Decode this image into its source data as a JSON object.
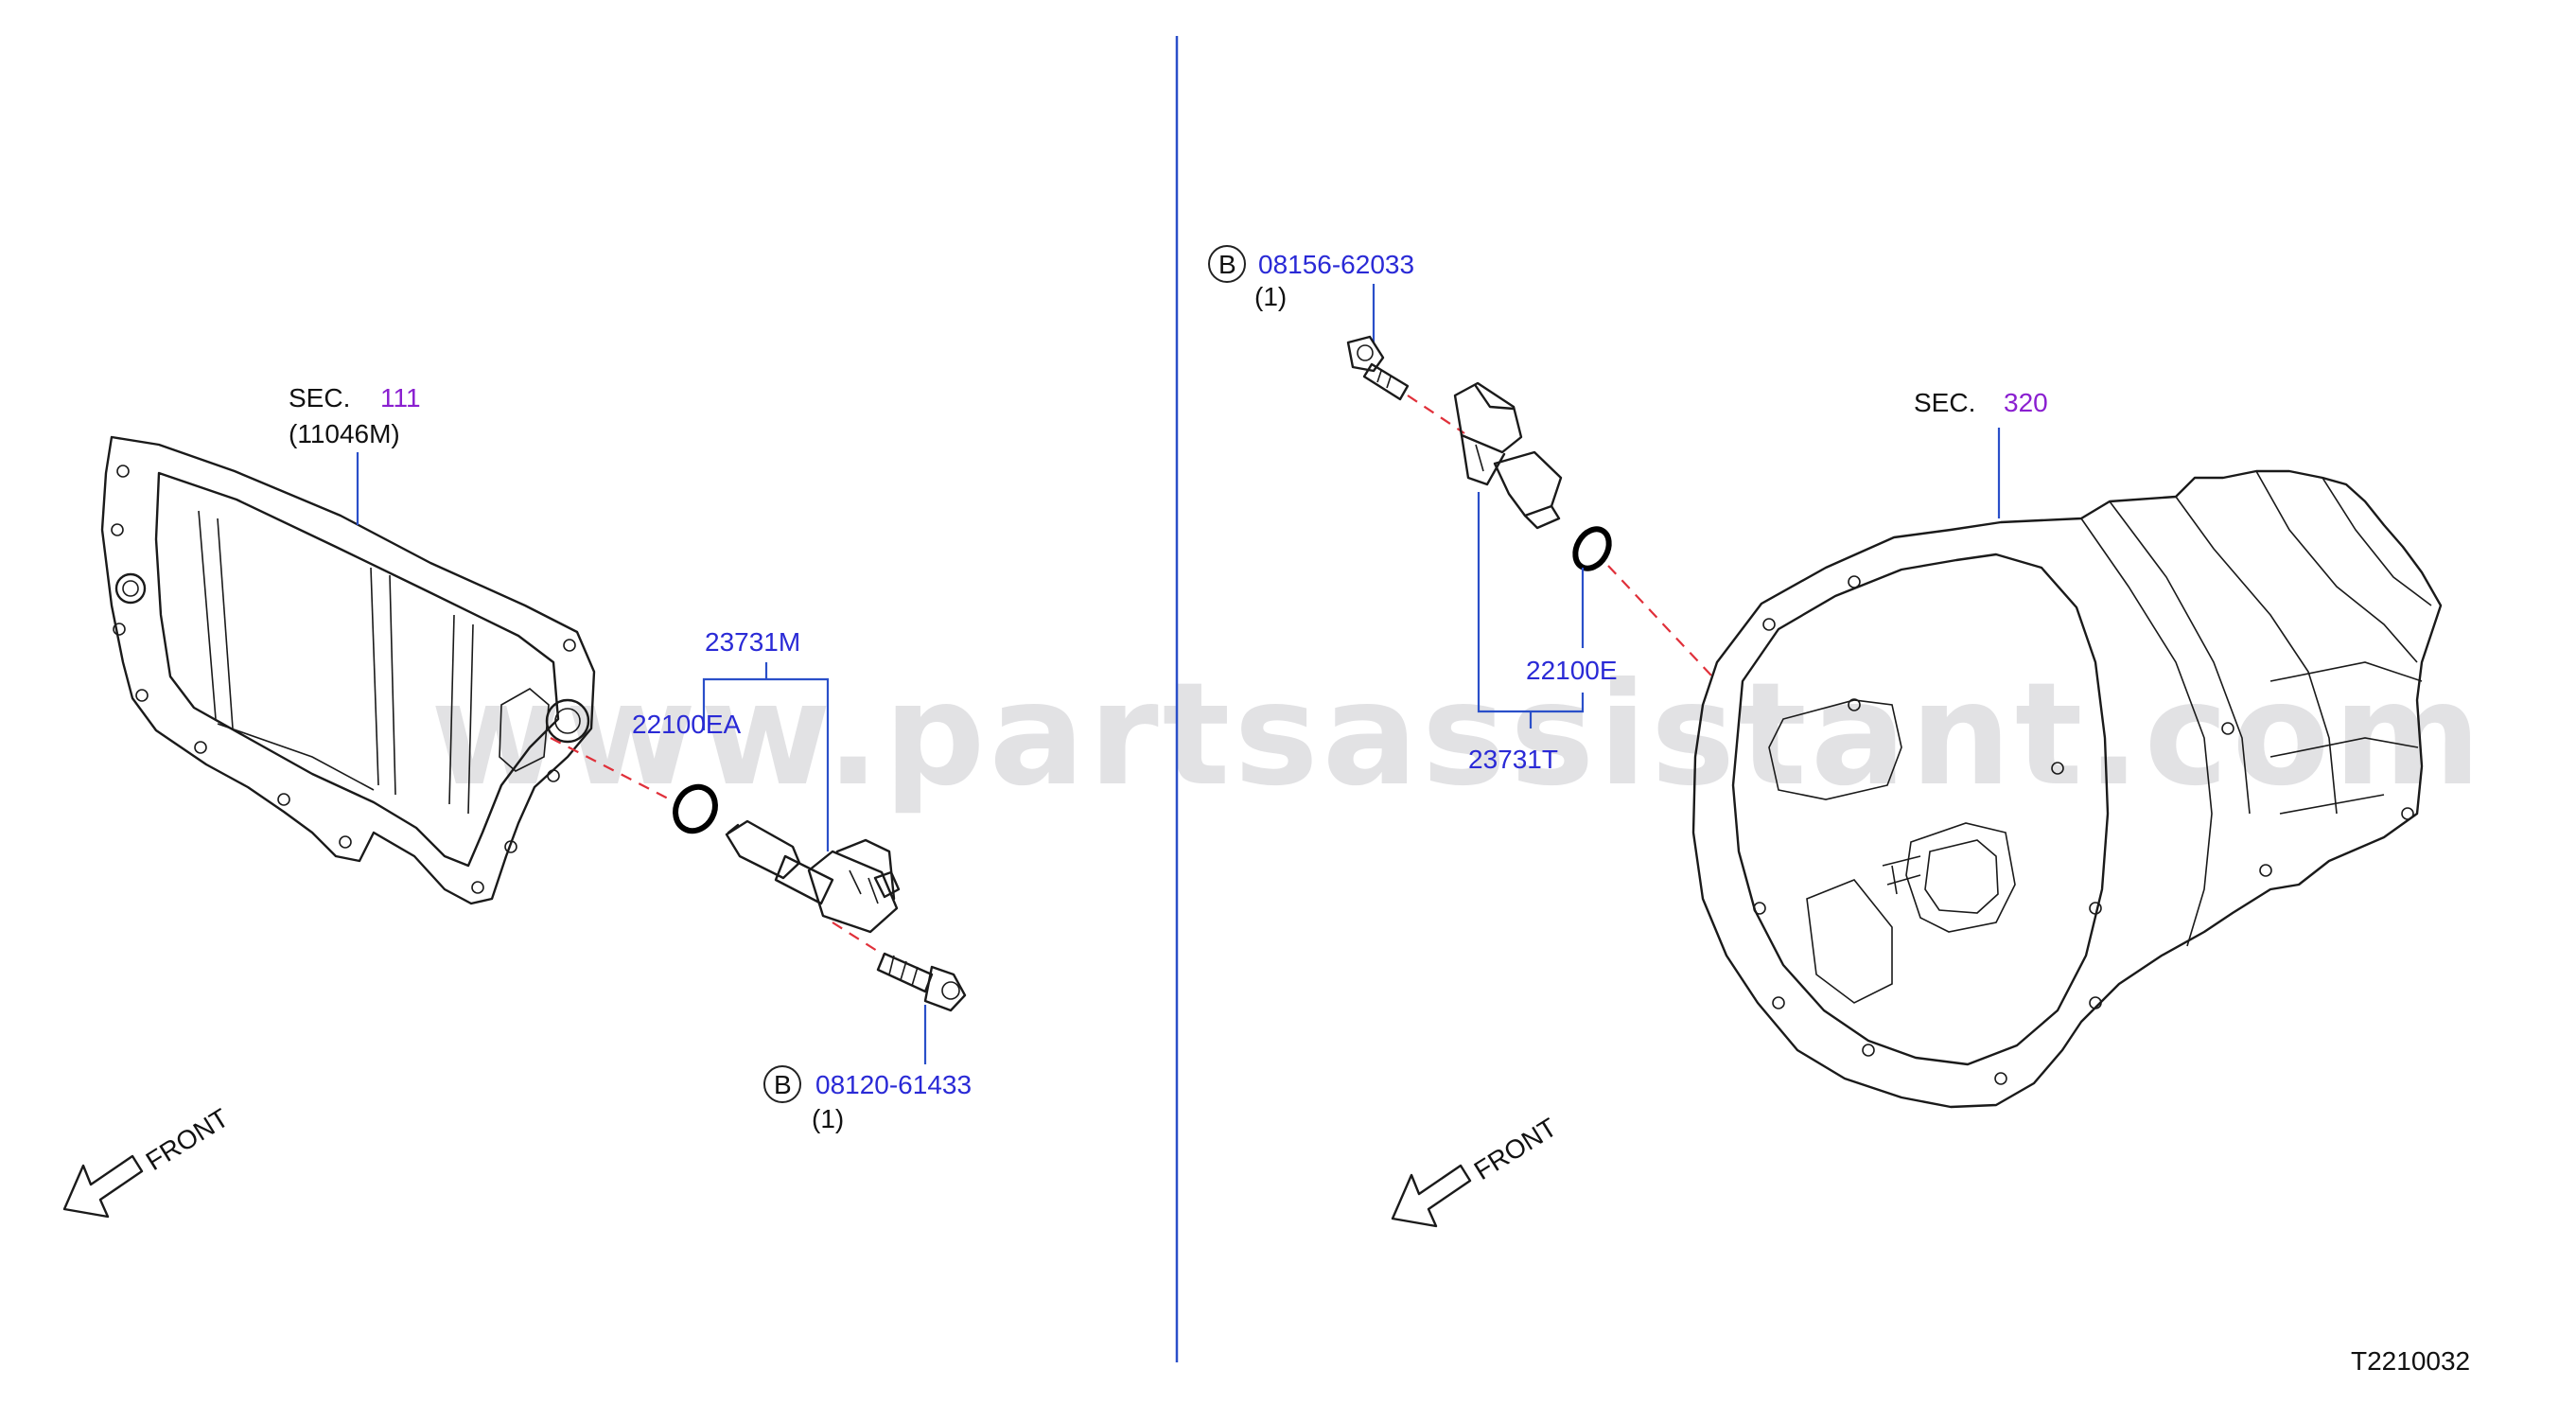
{
  "watermark": "www.partsassistant.com",
  "diagram_id": "T2210032",
  "left": {
    "section": {
      "prefix": "SEC.",
      "number": "111",
      "sub": "(11046M)"
    },
    "sensor_assembly": "23731M",
    "o_ring": "22100EA",
    "bolt": {
      "badge": "B",
      "part": "08120-61433",
      "qty": "(1)"
    },
    "front": "FRONT"
  },
  "right": {
    "section": {
      "prefix": "SEC.",
      "number": "320"
    },
    "sensor_assembly": "23731T",
    "o_ring": "22100E",
    "bolt": {
      "badge": "B",
      "part": "08156-62033",
      "qty": "(1)"
    },
    "front": "FRONT"
  },
  "colors": {
    "callout": "#2a2ad6",
    "section_ref": "#8a1fd0",
    "leader": "#2a4fc9",
    "alignment": "#e0303a",
    "divider": "#2a4fc9"
  }
}
